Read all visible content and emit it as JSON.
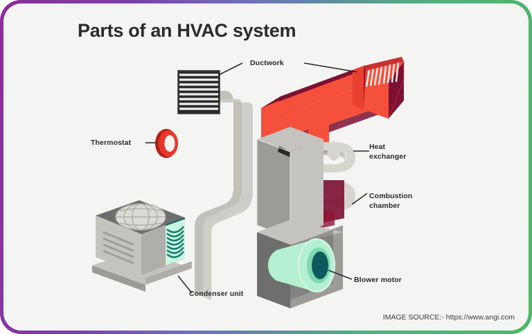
{
  "frame": {
    "gradient_start": "#8e2a9b",
    "gradient_end": "#4cb963",
    "canvas_bg": "#f4f4f2"
  },
  "title": "Parts of an HVAC system",
  "source_note": "IMAGE SOURCE:- https://www.angi.com",
  "labels": {
    "ductwork": "Ductwork",
    "thermostat": "Thermostat",
    "heat_exchanger_line1": "Heat",
    "heat_exchanger_line2": "exchanger",
    "combustion_line1": "Combustion",
    "combustion_line2": "chamber",
    "blower_motor": "Blower motor",
    "condenser_unit": "Condenser unit"
  },
  "colors": {
    "duct_red": "#f4503c",
    "duct_red_dark": "#7d1133",
    "duct_red_mid": "#e8412f",
    "gray_light": "#d5d3cf",
    "gray_mid": "#b7b5b1",
    "gray_dark": "#6e6e6e",
    "gray_panel": "#9d9d9d",
    "vent_dark": "#2b2b2b",
    "thermostat_red": "#e8372a",
    "thermostat_dark": "#b32018",
    "coil_teal": "#127a6e",
    "blower_mint": "#b6f0d2",
    "blower_hub": "#0d5a5e",
    "label_text": "#2b2b2b"
  },
  "diagram_parts": [
    {
      "name": "ductwork-vent-grille",
      "slats": 9
    },
    {
      "name": "ductwork-red-duct"
    },
    {
      "name": "ductwork-red-grille",
      "stripes": 9
    },
    {
      "name": "thermostat-ring"
    },
    {
      "name": "furnace-cabinet"
    },
    {
      "name": "heat-exchanger-pipes"
    },
    {
      "name": "combustion-chamber"
    },
    {
      "name": "blower-motor-cylinder"
    },
    {
      "name": "condenser-unit-box",
      "louvers": 4,
      "coil_rings": 9
    },
    {
      "name": "gray-return-duct"
    }
  ]
}
